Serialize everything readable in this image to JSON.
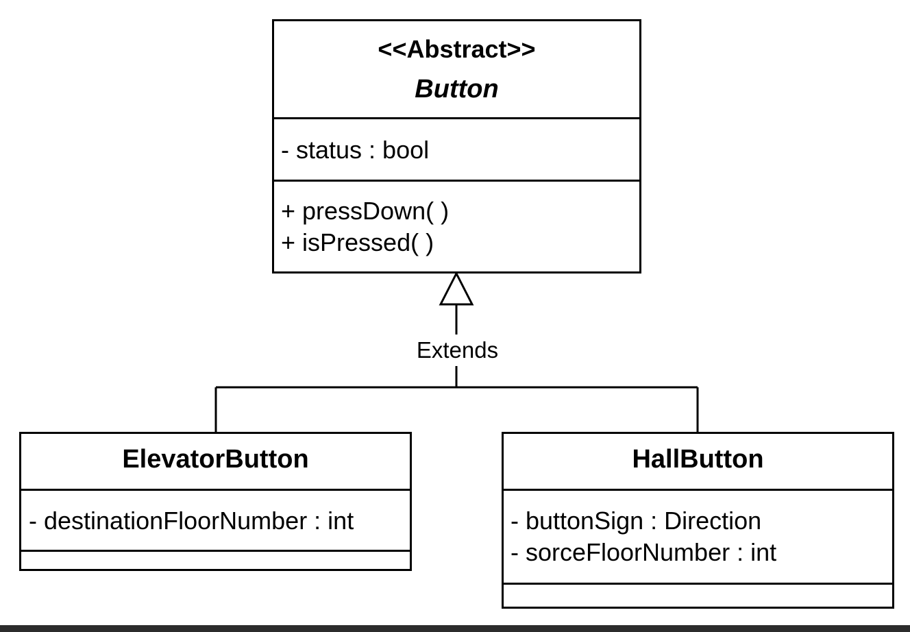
{
  "diagram": {
    "classes": {
      "button": {
        "stereotype": "<<Abstract>>",
        "name": "Button",
        "attributes": [
          "- status : bool"
        ],
        "methods": [
          "+ pressDown( )",
          "+ isPressed( )"
        ]
      },
      "elevator_button": {
        "name": "ElevatorButton",
        "attributes": [
          "- destinationFloorNumber : int"
        ],
        "methods": []
      },
      "hall_button": {
        "name": "HallButton",
        "attributes": [
          "- buttonSign : Direction",
          "- sorceFloorNumber : int"
        ],
        "methods": []
      }
    },
    "relationships": [
      {
        "type": "generalization",
        "from": [
          "ElevatorButton",
          "HallButton"
        ],
        "to": "Button",
        "label": "Extends"
      }
    ]
  }
}
